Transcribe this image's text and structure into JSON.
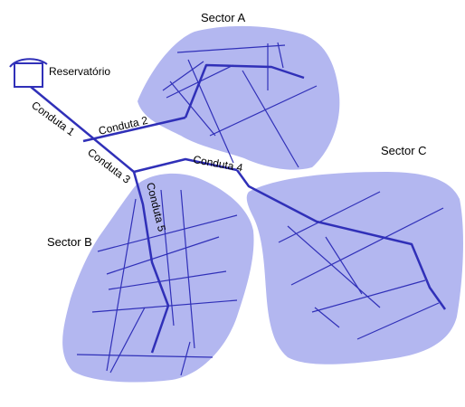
{
  "reservoir": {
    "label": "Reservatório"
  },
  "sectors": {
    "a": "Sector A",
    "b": "Sector B",
    "c": "Sector C"
  },
  "conduits": {
    "c1": "Conduta 1",
    "c2": "Conduta 2",
    "c3": "Conduta 3",
    "c4": "Conduta 4",
    "c5": "Conduta 5"
  },
  "colors": {
    "sector_fill": "#b3b7f0",
    "pipe": "#3030b8",
    "text": "#000000"
  }
}
